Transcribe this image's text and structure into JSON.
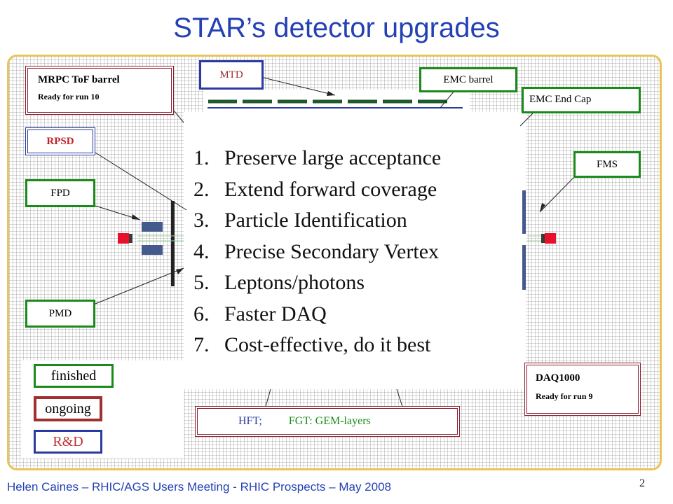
{
  "title": "STAR’s detector upgrades",
  "boxes": {
    "mrpc_title": "MRPC ToF barrel",
    "mrpc_sub": "Ready for run 10",
    "mtd": "MTD",
    "emc_barrel": "EMC barrel",
    "emc_endcap": "EMC End Cap",
    "rpsd": "RPSD",
    "fms": "FMS",
    "fpd": "FPD",
    "pmd": "PMD",
    "daq_title": "DAQ1000",
    "daq_sub": "Ready for run 9",
    "hft": "HFT;",
    "fgt": "FGT: GEM-layers"
  },
  "legend": {
    "finished": "finished",
    "ongoing": "ongoing",
    "rnd": "R&D"
  },
  "list": [
    {
      "num": "1.",
      "text": "Preserve large acceptance"
    },
    {
      "num": "2.",
      "text": "Extend forward coverage"
    },
    {
      "num": "3.",
      "text": "Particle Identification"
    },
    {
      "num": "4.",
      "text": "Precise Secondary Vertex"
    },
    {
      "num": "5.",
      "text": "Leptons/photons"
    },
    {
      "num": "6.",
      "text": "Faster DAQ"
    },
    {
      "num": "7.",
      "text": "Cost-effective, do it best"
    }
  ],
  "footer": "Helen Caines – RHIC/AGS Users Meeting - RHIC Prospects – May 2008",
  "page_number": "2",
  "colors": {
    "title_blue": "#2341b5",
    "finished_green": "#1a8a1a",
    "ongoing_red": "#a03030",
    "rnd_blue": "#2a3aa0",
    "panel_gold": "#e8c45a",
    "detector_blue": "#445a8c",
    "endcap_red": "#e8102a"
  }
}
